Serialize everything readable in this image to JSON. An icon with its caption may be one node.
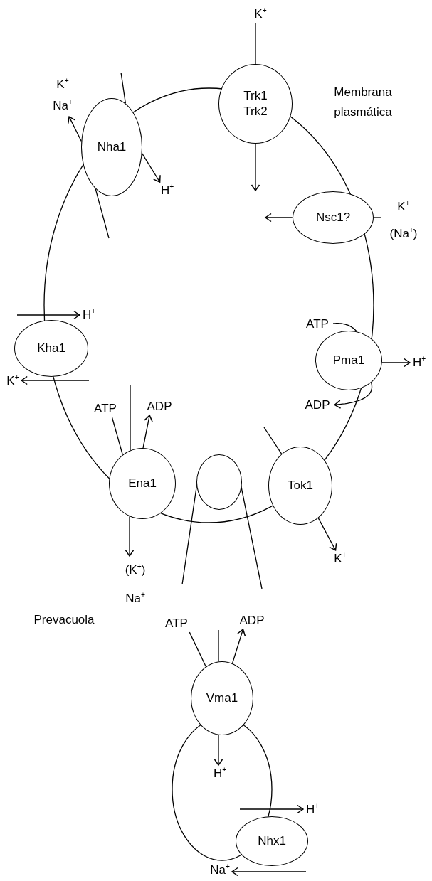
{
  "diagram": {
    "nodes": [
      {
        "text": [
          "Trk1",
          "Trk2"
        ]
      },
      {
        "text": [
          "K$^{+}$"
        ]
      },
      {
        "text": [
          "Nha1"
        ]
      },
      {
        "text": [
          "K$^{+}$",
          "Na$^{+}$"
        ]
      },
      {
        "text": [
          "H$^{+}$"
        ]
      },
      {
        "text": [
          "Nsc1?"
        ]
      },
      {
        "text": [
          "K$^{+}$",
          "(Na$^{+}$)"
        ]
      },
      {
        "text": [
          "H$^{+}$"
        ]
      },
      {
        "text": [
          "Kha1"
        ]
      },
      {
        "text": [
          "K$^{+}$"
        ]
      },
      {
        "text": [
          "ATP"
        ]
      },
      {
        "text": [
          "Pma1"
        ]
      },
      {
        "text": [
          "H$^{+}$"
        ]
      },
      {
        "text": [
          "ADP"
        ]
      },
      {
        "text": [
          "ATP"
        ]
      },
      {
        "text": [
          "ADP"
        ]
      },
      {
        "text": [
          "Ena1"
        ]
      },
      {
        "text": [],
        "shape": "circle"
      },
      {
        "text": [
          "Tok1"
        ]
      },
      {
        "text": [
          "(K$^{+}$)",
          "Na$^{+}$"
        ]
      },
      {
        "text": [
          "K$^{+}$"
        ]
      },
      {
        "text": [
          "ATP"
        ]
      },
      {
        "text": [
          "ADP"
        ]
      },
      {
        "text": [
          "Vma1"
        ]
      },
      {
        "text": [
          "H$^{+}$"
        ]
      },
      {
        "text": [
          "H$^{+}$"
        ]
      },
      {
        "text": [
          "Nhx1"
        ]
      },
      {
        "text": [
          "Na$^{+}$"
        ]
      }
    ],
    "edges": [
      {
        "from": 1,
        "to": 0,
        "arrow": "none"
      },
      {
        "from": 0,
        "to": null,
        "arrow": "to"
      },
      {
        "from": null,
        "to": 2,
        "arrow": "none"
      },
      {
        "from": 2,
        "to": 4,
        "arrow": "to"
      },
      {
        "from": null,
        "to": 2,
        "arrow": "none"
      },
      {
        "from": 2,
        "to": 3,
        "arrow": "to"
      },
      {
        "from": 6,
        "to": 5,
        "arrow": "none"
      },
      {
        "from": 5,
        "to": null,
        "arrow": "to"
      },
      {
        "from": 8,
        "to": 7,
        "arrow": "to"
      },
      {
        "from": 8,
        "to": 9,
        "arrow": "to"
      },
      {
        "from": 10,
        "to": 11,
        "arrow": "none"
      },
      {
        "from": 11,
        "to": 12,
        "arrow": "to"
      },
      {
        "from": 11,
        "to": 13,
        "arrow": "to"
      },
      {
        "from": 14,
        "to": 16,
        "arrow": "none"
      },
      {
        "from": null,
        "to": 16,
        "arrow": "none"
      },
      {
        "from": 16,
        "to": 15,
        "arrow": "to"
      },
      {
        "from": 16,
        "to": 19,
        "arrow": "to"
      },
      {
        "from": null,
        "to": 18,
        "arrow": "none"
      },
      {
        "from": 18,
        "to": 20,
        "arrow": "to"
      },
      {
        "from": 21,
        "to": 23,
        "arrow": "none"
      },
      {
        "from": null,
        "to": 23,
        "arrow": "none"
      },
      {
        "from": 23,
        "to": 22,
        "arrow": "to"
      },
      {
        "from": 23,
        "to": 24,
        "arrow": "to"
      },
      {
        "from": 26,
        "to": 25,
        "arrow": "to"
      },
      {
        "from": 26,
        "to": 27,
        "arrow": "to"
      }
    ],
    "labels": [
      "Membrana plasmática",
      "Prevacuola"
    ]
  }
}
